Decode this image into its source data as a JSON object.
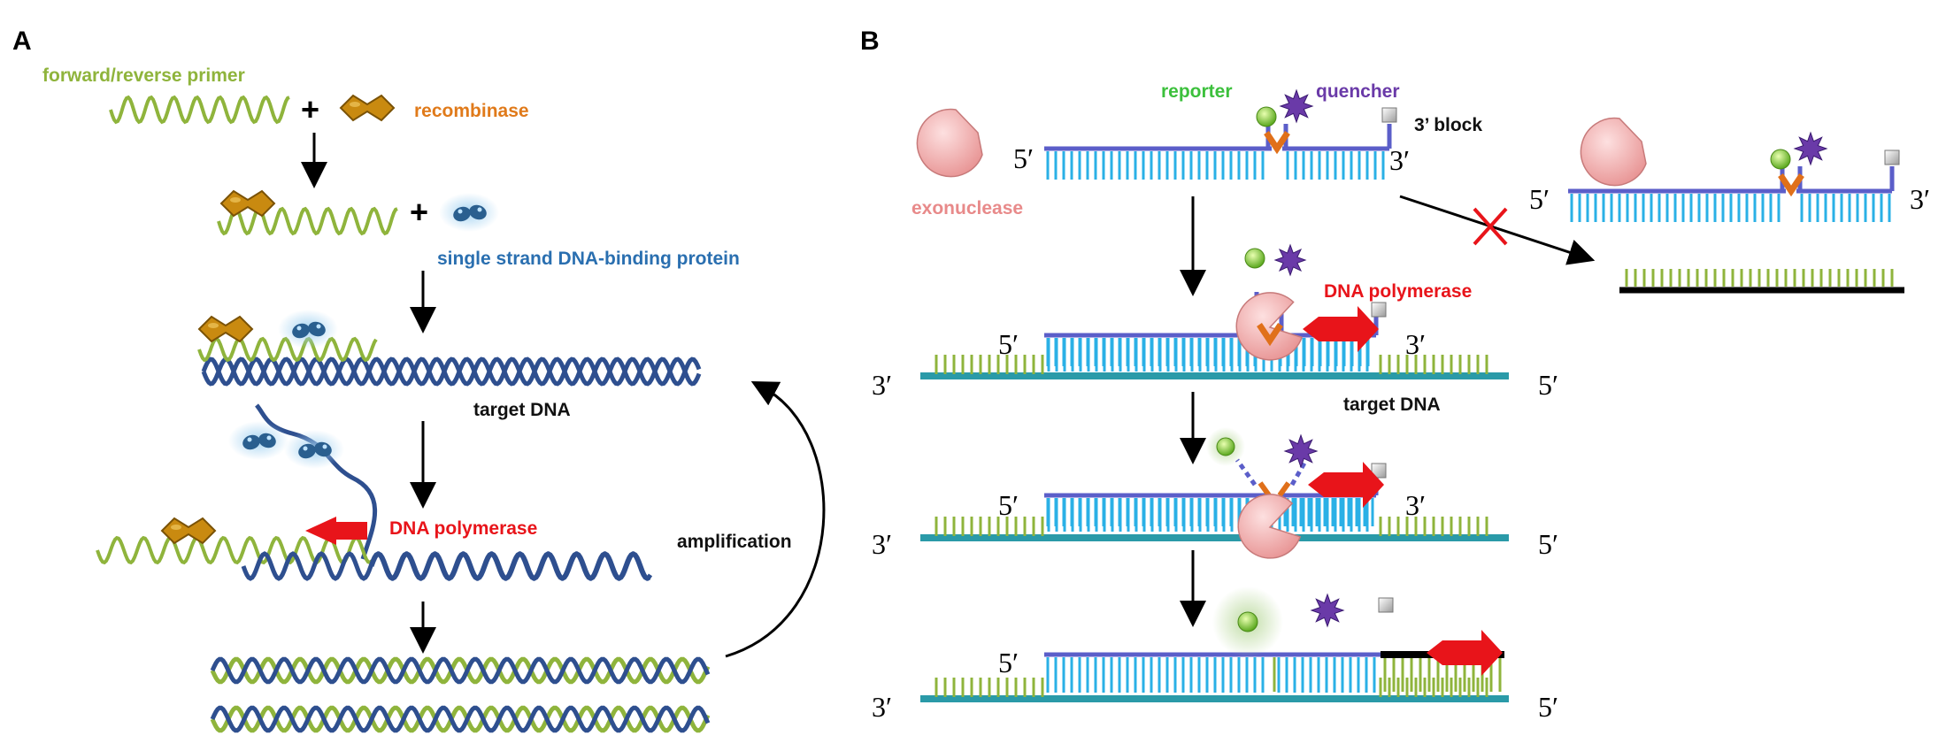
{
  "panel_a": {
    "letter": "A",
    "primer_label": "forward/reverse primer",
    "plus_1": "+",
    "recombinase_label": "recombinase",
    "plus_2": "+",
    "ssb_label": "single strand DNA-binding protein",
    "target_label": "target DNA",
    "polymerase_label": "DNA polymerase",
    "amplification_label": "amplification"
  },
  "panel_b": {
    "letter": "B",
    "reporter_label": "reporter",
    "quencher_label": "quencher",
    "block_label": "3’ block",
    "exonuclease_label": "exonuclease",
    "polymerase_label": "DNA polymerase",
    "target_label": "target DNA",
    "end_5": "5′",
    "end_3": "3′"
  },
  "colors": {
    "primer_green": "#8fb43c",
    "dna_blue": "#2e4f8f",
    "recombinase_gold": "#c98a10",
    "ssb_blue": "#2a5f8f",
    "probe_purple": "#5b5ec9",
    "teeth_cyan": "#2ab0e6",
    "target_teal": "#2a9aa8",
    "reporter_green": "#3cc03c",
    "quencher_purple": "#6a3aa8",
    "exo_pink": "#f0a8a8",
    "pol_red": "#e8141a",
    "cleave_orange": "#e0701a"
  }
}
